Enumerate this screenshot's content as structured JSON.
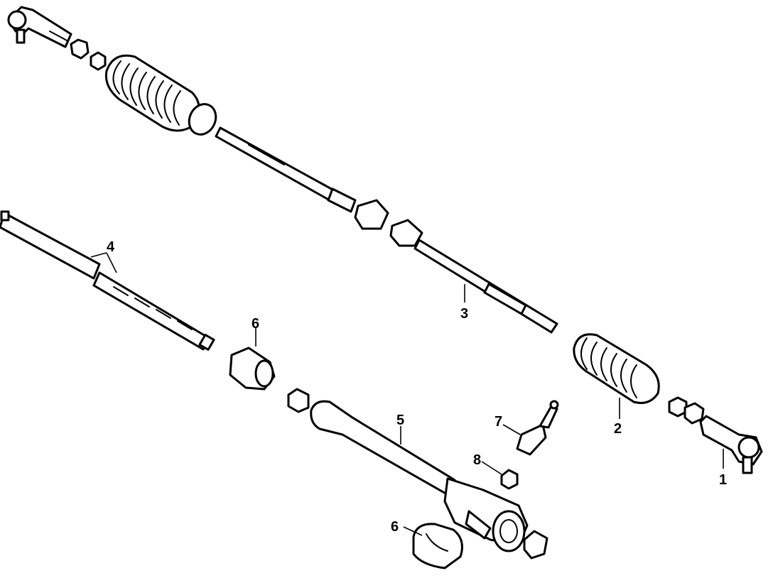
{
  "callouts": {
    "c1": "1",
    "c2": "2",
    "c3": "3",
    "c4": "4",
    "c5": "5",
    "c6a": "6",
    "c6b": "6",
    "c7": "7",
    "c8": "8"
  },
  "colors": {
    "ink": "#000000",
    "paper": "#ffffff"
  }
}
